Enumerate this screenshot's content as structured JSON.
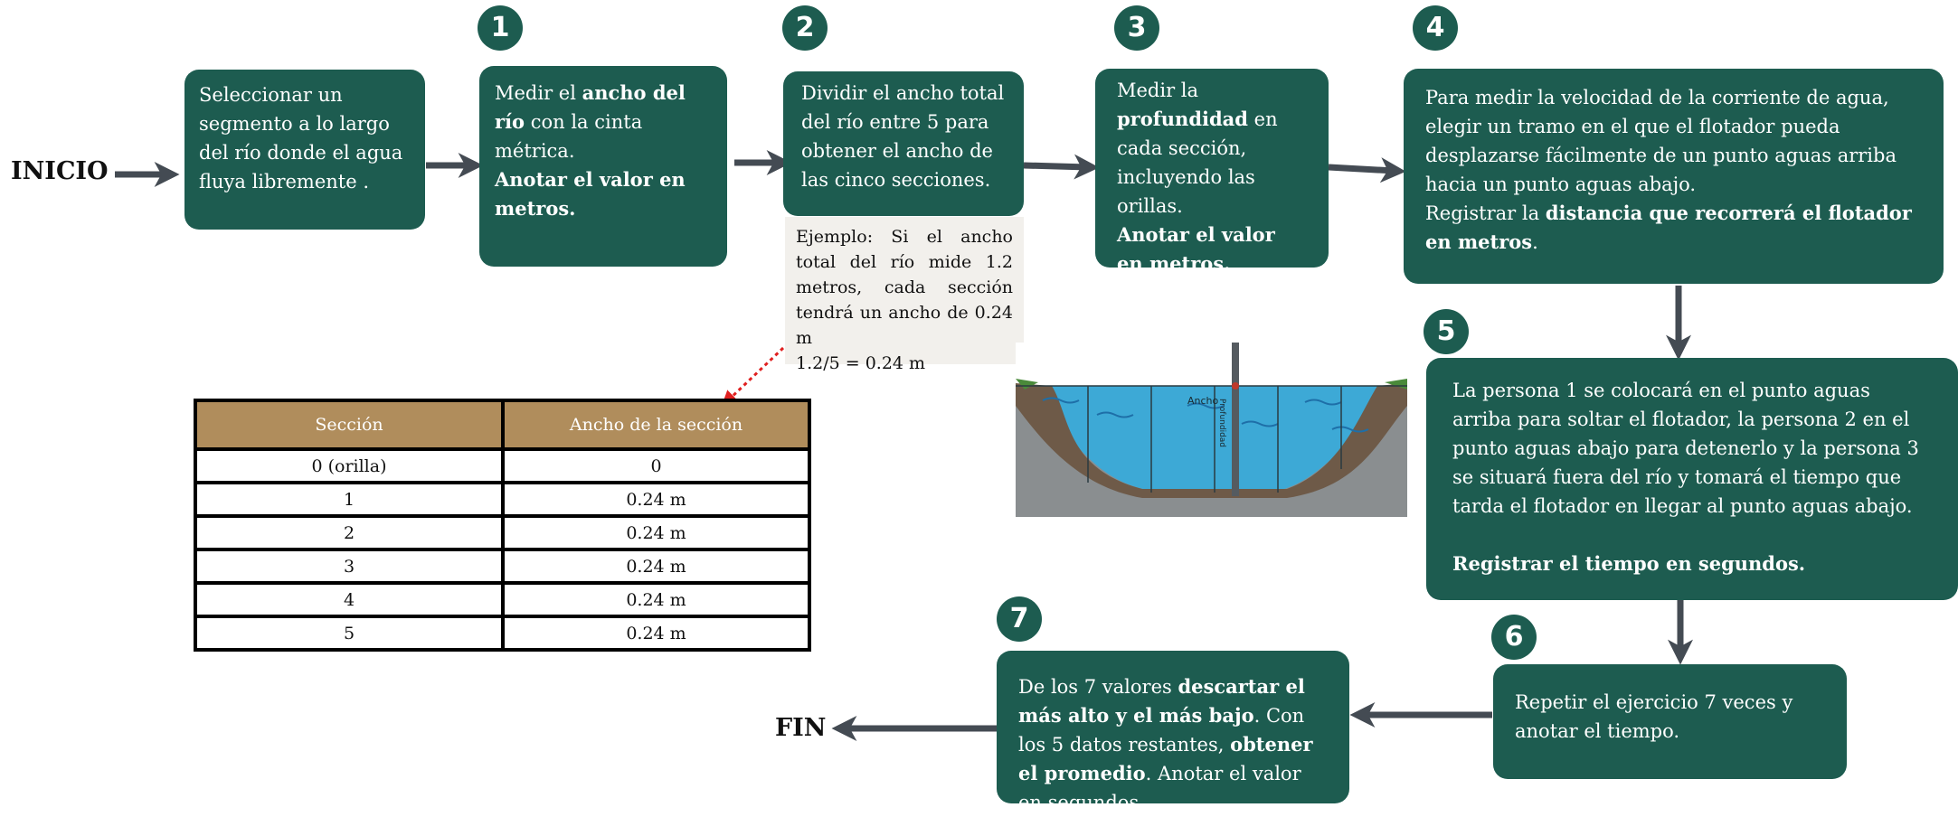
{
  "start_label": "INICIO",
  "end_label": "FIN",
  "step0": {
    "text": "Seleccionar un segmento a lo largo del río donde el agua fluya libremente ."
  },
  "step1": {
    "number": "1",
    "p1": "Medir el ",
    "b1": "ancho del río",
    "p2": " con la cinta métrica.",
    "b2": "Anotar el valor en metros."
  },
  "step2": {
    "number": "2",
    "text": "Dividir el ancho total del río entre 5 para obtener el ancho de las cinco secciones."
  },
  "step3": {
    "number": "3",
    "p1": "Medir la ",
    "b1": "profundidad",
    "p2": " en cada sección, incluyendo las orillas.",
    "b2": "Anotar el valor en metros."
  },
  "step4": {
    "number": "4",
    "text": "Para medir la velocidad de la corriente de agua, elegir un tramo en el que el flotador pueda desplazarse fácilmente de un punto aguas arriba hacia un punto aguas abajo.",
    "p1": "Registrar la ",
    "b1": "distancia que recorrerá el flotador en metros",
    "p2": "."
  },
  "step5": {
    "number": "5",
    "text": "La persona 1 se colocará en el punto aguas arriba para soltar el flotador, la persona 2 en el punto aguas abajo para detenerlo y la  persona 3 se situará fuera del río y tomará el tiempo que tarda el flotador en llegar al punto aguas abajo.",
    "b1": "Registrar el tiempo en segundos."
  },
  "step6": {
    "number": "6",
    "text": "Repetir el ejercicio 7 veces y anotar el tiempo."
  },
  "step7": {
    "number": "7",
    "p1": "De los 7 valores ",
    "b1": "descartar el más alto y el más bajo",
    "p2": ". Con los 5 datos restantes, ",
    "b2": "obtener el promedio",
    "p3": ". Anotar el valor  en segundos."
  },
  "example": {
    "text": "Ejemplo: Si el ancho total del río mide 1.2 metros, cada sección tendrá un ancho de 0.24 m",
    "calc": "1.2/5 = 0.24 m"
  },
  "table": {
    "headers": [
      "Sección",
      "Ancho de la sección"
    ],
    "rows": [
      [
        "0 (orilla)",
        "0"
      ],
      [
        "1",
        "0.24 m"
      ],
      [
        "2",
        "0.24 m"
      ],
      [
        "3",
        "0.24 m"
      ],
      [
        "4",
        "0.24 m"
      ],
      [
        "5",
        "0.24 m"
      ]
    ]
  },
  "river": {
    "width_label": "Ancho",
    "depth_label": "Profundidad"
  },
  "colors": {
    "box": "#1d5c50",
    "arrow": "#444b53",
    "header": "#b08d5c",
    "note_bg": "#f2f0ec",
    "dotted_arrow": "#e02020"
  }
}
